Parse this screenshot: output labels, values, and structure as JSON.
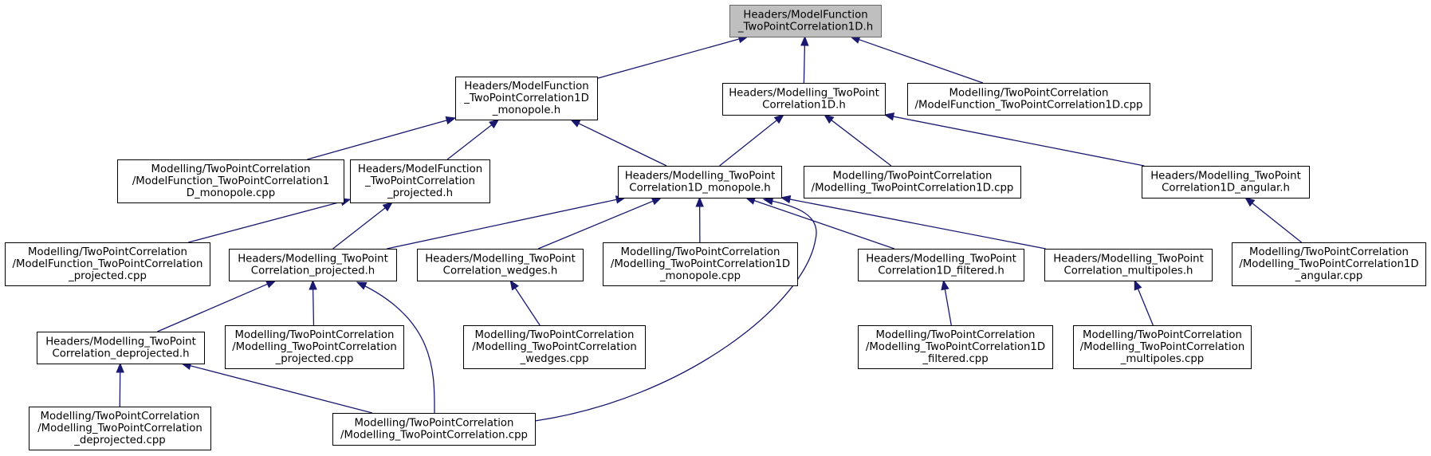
{
  "nodes": [
    {
      "id": "n0",
      "name": "node-modelfunction-twopointcorrelation1d-h",
      "lines": [
        "Headers/ModelFunction",
        "_TwoPointCorrelation1D.h"
      ],
      "root": true
    },
    {
      "id": "n1",
      "name": "node-modelfunction-twopointcorrelation1d-monopole-h",
      "lines": [
        "Headers/ModelFunction",
        "_TwoPointCorrelation1D",
        "_monopole.h"
      ]
    },
    {
      "id": "n2",
      "name": "node-modelling-twopointcorrelation1d-h",
      "lines": [
        "Headers/Modelling_TwoPoint",
        "Correlation1D.h"
      ]
    },
    {
      "id": "n3",
      "name": "node-modelfunction-twopointcorrelation1d-cpp",
      "lines": [
        "Modelling/TwoPointCorrelation",
        "/ModelFunction_TwoPointCorrelation1D.cpp"
      ]
    },
    {
      "id": "n4",
      "name": "node-modelfunction-twopointcorrelation1d-monopole-cpp",
      "lines": [
        "Modelling/TwoPointCorrelation",
        "/ModelFunction_TwoPointCorrelation1",
        "D_monopole.cpp"
      ]
    },
    {
      "id": "n5",
      "name": "node-modelfunction-twopointcorrelation-projected-h",
      "lines": [
        "Headers/ModelFunction",
        "_TwoPointCorrelation",
        "_projected.h"
      ]
    },
    {
      "id": "n6",
      "name": "node-modelling-twopointcorrelation1d-monopole-h",
      "lines": [
        "Headers/Modelling_TwoPoint",
        "Correlation1D_monopole.h"
      ]
    },
    {
      "id": "n7",
      "name": "node-modelling-twopointcorrelation1d-cpp",
      "lines": [
        "Modelling/TwoPointCorrelation",
        "/Modelling_TwoPointCorrelation1D.cpp"
      ]
    },
    {
      "id": "n8",
      "name": "node-modelling-twopointcorrelation1d-angular-h",
      "lines": [
        "Headers/Modelling_TwoPoint",
        "Correlation1D_angular.h"
      ]
    },
    {
      "id": "n9",
      "name": "node-modelfunction-twopointcorrelation-projected-cpp",
      "lines": [
        "Modelling/TwoPointCorrelation",
        "/ModelFunction_TwoPointCorrelation",
        "_projected.cpp"
      ]
    },
    {
      "id": "n10",
      "name": "node-modelling-twopointcorrelation-projected-h",
      "lines": [
        "Headers/Modelling_TwoPoint",
        "Correlation_projected.h"
      ]
    },
    {
      "id": "n11",
      "name": "node-modelling-twopointcorrelation-wedges-h",
      "lines": [
        "Headers/Modelling_TwoPoint",
        "Correlation_wedges.h"
      ]
    },
    {
      "id": "n12",
      "name": "node-modelling-twopointcorrelation1d-monopole-cpp",
      "lines": [
        "Modelling/TwoPointCorrelation",
        "/Modelling_TwoPointCorrelation1D",
        "_monopole.cpp"
      ]
    },
    {
      "id": "n13",
      "name": "node-modelling-twopointcorrelation1d-filtered-h",
      "lines": [
        "Headers/Modelling_TwoPoint",
        "Correlation1D_filtered.h"
      ]
    },
    {
      "id": "n14",
      "name": "node-modelling-twopointcorrelation-multipoles-h",
      "lines": [
        "Headers/Modelling_TwoPoint",
        "Correlation_multipoles.h"
      ]
    },
    {
      "id": "n15",
      "name": "node-modelling-twopointcorrelation1d-angular-cpp",
      "lines": [
        "Modelling/TwoPointCorrelation",
        "/Modelling_TwoPointCorrelation1D",
        "_angular.cpp"
      ]
    },
    {
      "id": "n16",
      "name": "node-modelling-twopointcorrelation-deprojected-h",
      "lines": [
        "Headers/Modelling_TwoPoint",
        "Correlation_deprojected.h"
      ]
    },
    {
      "id": "n17",
      "name": "node-modelling-twopointcorrelation-projected-cpp",
      "lines": [
        "Modelling/TwoPointCorrelation",
        "/Modelling_TwoPointCorrelation",
        "_projected.cpp"
      ]
    },
    {
      "id": "n18",
      "name": "node-modelling-twopointcorrelation-wedges-cpp",
      "lines": [
        "Modelling/TwoPointCorrelation",
        "/Modelling_TwoPointCorrelation",
        "_wedges.cpp"
      ]
    },
    {
      "id": "n19",
      "name": "node-modelling-twopointcorrelation1d-filtered-cpp",
      "lines": [
        "Modelling/TwoPointCorrelation",
        "/Modelling_TwoPointCorrelation1D",
        "_filtered.cpp"
      ]
    },
    {
      "id": "n20",
      "name": "node-modelling-twopointcorrelation-multipoles-cpp",
      "lines": [
        "Modelling/TwoPointCorrelation",
        "/Modelling_TwoPointCorrelation",
        "_multipoles.cpp"
      ]
    },
    {
      "id": "n21",
      "name": "node-modelling-twopointcorrelation-deprojected-cpp",
      "lines": [
        "Modelling/TwoPointCorrelation",
        "/Modelling_TwoPointCorrelation",
        "_deprojected.cpp"
      ]
    },
    {
      "id": "n22",
      "name": "node-modelling-twopointcorrelation-cpp",
      "lines": [
        "Modelling/TwoPointCorrelation",
        "/Modelling_TwoPointCorrelation.cpp"
      ]
    }
  ],
  "edges": [
    {
      "from": "n1",
      "to": "n0"
    },
    {
      "from": "n2",
      "to": "n0"
    },
    {
      "from": "n3",
      "to": "n0"
    },
    {
      "from": "n4",
      "to": "n1"
    },
    {
      "from": "n5",
      "to": "n1"
    },
    {
      "from": "n6",
      "to": "n1"
    },
    {
      "from": "n6",
      "to": "n2"
    },
    {
      "from": "n7",
      "to": "n2"
    },
    {
      "from": "n8",
      "to": "n2"
    },
    {
      "from": "n9",
      "to": "n5"
    },
    {
      "from": "n10",
      "to": "n5"
    },
    {
      "from": "n10",
      "to": "n6"
    },
    {
      "from": "n11",
      "to": "n6"
    },
    {
      "from": "n12",
      "to": "n6"
    },
    {
      "from": "n13",
      "to": "n6"
    },
    {
      "from": "n14",
      "to": "n6"
    },
    {
      "from": "n22",
      "to": "n6"
    },
    {
      "from": "n15",
      "to": "n8"
    },
    {
      "from": "n16",
      "to": "n10"
    },
    {
      "from": "n17",
      "to": "n10"
    },
    {
      "from": "n22",
      "to": "n10"
    },
    {
      "from": "n18",
      "to": "n11"
    },
    {
      "from": "n19",
      "to": "n13"
    },
    {
      "from": "n20",
      "to": "n14"
    },
    {
      "from": "n21",
      "to": "n16"
    },
    {
      "from": "n22",
      "to": "n16"
    }
  ],
  "colors": {
    "edge": "#191970",
    "root_fill": "#bfbfbf",
    "root_stroke": "#666666",
    "node_fill": "#ffffff",
    "node_stroke": "#000000"
  }
}
